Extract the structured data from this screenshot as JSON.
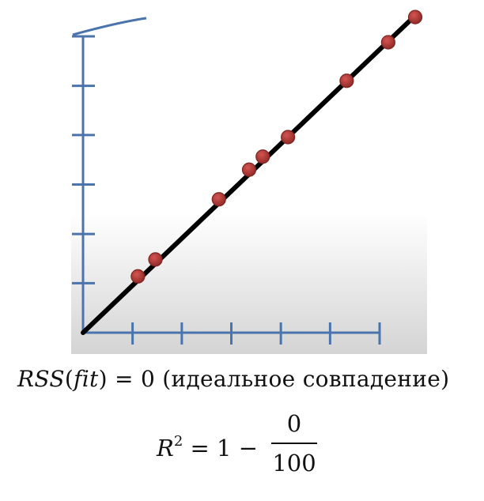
{
  "chart_data": {
    "type": "scatter",
    "title": "",
    "xlabel": "",
    "ylabel": "",
    "xlim": [
      0,
      100
    ],
    "ylim": [
      0,
      100
    ],
    "x_ticks": [
      0,
      16.7,
      33.3,
      50,
      66.7,
      83.3,
      100
    ],
    "y_ticks": [
      0,
      16.7,
      33.3,
      50,
      66.7,
      83.3,
      100
    ],
    "grid": false,
    "points": [
      {
        "x": 18.5,
        "y": 19.0
      },
      {
        "x": 24.4,
        "y": 24.7
      },
      {
        "x": 45.8,
        "y": 45.0
      },
      {
        "x": 56.0,
        "y": 55.0
      },
      {
        "x": 60.6,
        "y": 59.4
      },
      {
        "x": 69.1,
        "y": 66.0
      },
      {
        "x": 88.9,
        "y": 85.0
      },
      {
        "x": 102.9,
        "y": 98.0
      },
      {
        "x": 112.0,
        "y": 106.5
      }
    ],
    "fit_line": {
      "x": [
        0,
        112
      ],
      "y": [
        0,
        107
      ]
    },
    "point_color": "#b13a36",
    "line_color": "#000000",
    "axis_color": "#4a74ab"
  },
  "formulas": {
    "rss_lhs": "RSS",
    "rss_paren_open": "(",
    "rss_fit": "fit",
    "rss_paren_close": ")",
    "rss_rhs": " = 0 (идеальное совпадение)",
    "r2_symbol": "R",
    "r2_exponent": "2",
    "r2_rhs": " = 1 −",
    "r2_numerator": "0",
    "r2_denominator": "100"
  }
}
